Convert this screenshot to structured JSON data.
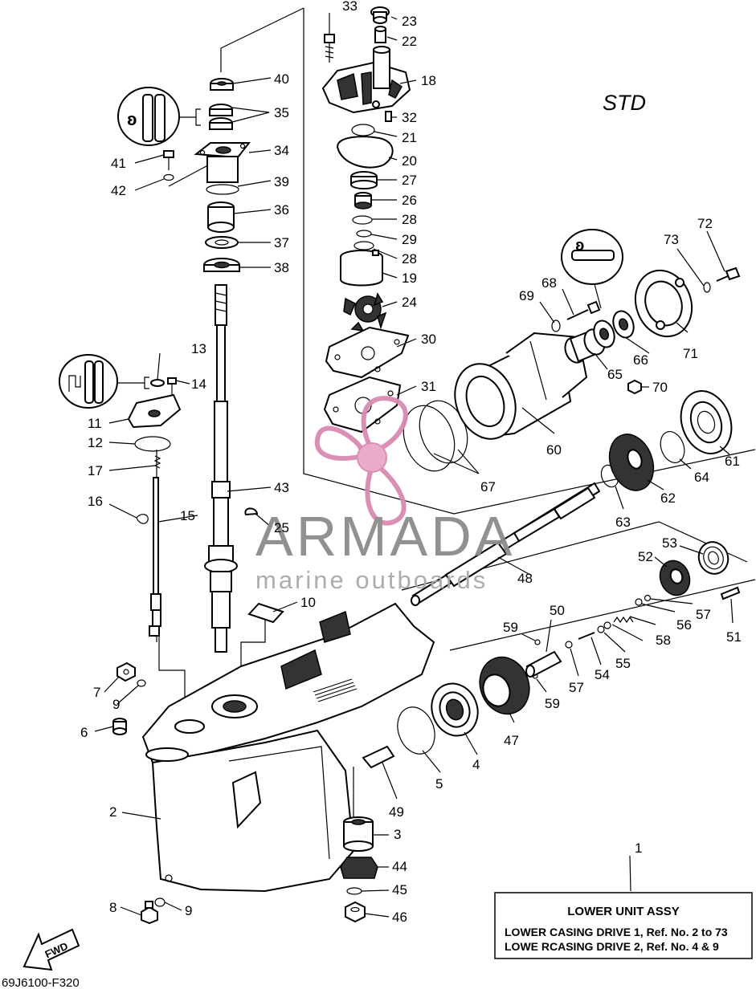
{
  "diagram": {
    "variant_label": "STD",
    "drawing_code": "69J6100-F320",
    "fwd_label": "FWD",
    "watermark": {
      "brand": "ARMADA",
      "tagline": "marine outboards",
      "colors": {
        "prop": "#e8a9c8",
        "text": "#8c8c8c"
      }
    },
    "legend_box": {
      "title": "LOWER UNIT ASSY",
      "line1": "LOWER CASING DRIVE 1, Ref. No. 2 to 73",
      "line2": "LOWE RCASING DRIVE 2, Ref. No. 4 & 9"
    },
    "callouts": [
      {
        "id": "c1",
        "label": "1"
      },
      {
        "id": "c2",
        "label": "2"
      },
      {
        "id": "c3",
        "label": "3"
      },
      {
        "id": "c4",
        "label": "4"
      },
      {
        "id": "c5",
        "label": "5"
      },
      {
        "id": "c6",
        "label": "6"
      },
      {
        "id": "c7",
        "label": "7"
      },
      {
        "id": "c8",
        "label": "8"
      },
      {
        "id": "c9a",
        "label": "9"
      },
      {
        "id": "c9b",
        "label": "9"
      },
      {
        "id": "c10",
        "label": "10"
      },
      {
        "id": "c11",
        "label": "11"
      },
      {
        "id": "c12",
        "label": "12"
      },
      {
        "id": "c13",
        "label": "13"
      },
      {
        "id": "c14",
        "label": "14"
      },
      {
        "id": "c15",
        "label": "15"
      },
      {
        "id": "c16",
        "label": "16"
      },
      {
        "id": "c17",
        "label": "17"
      },
      {
        "id": "c18",
        "label": "18"
      },
      {
        "id": "c19",
        "label": "19"
      },
      {
        "id": "c20",
        "label": "20"
      },
      {
        "id": "c21",
        "label": "21"
      },
      {
        "id": "c22",
        "label": "22"
      },
      {
        "id": "c23",
        "label": "23"
      },
      {
        "id": "c24",
        "label": "24"
      },
      {
        "id": "c25",
        "label": "25"
      },
      {
        "id": "c26",
        "label": "26"
      },
      {
        "id": "c27",
        "label": "27"
      },
      {
        "id": "c28a",
        "label": "28"
      },
      {
        "id": "c28b",
        "label": "28"
      },
      {
        "id": "c29",
        "label": "29"
      },
      {
        "id": "c30",
        "label": "30"
      },
      {
        "id": "c31",
        "label": "31"
      },
      {
        "id": "c32",
        "label": "32"
      },
      {
        "id": "c33",
        "label": "33"
      },
      {
        "id": "c34",
        "label": "34"
      },
      {
        "id": "c35",
        "label": "35"
      },
      {
        "id": "c36",
        "label": "36"
      },
      {
        "id": "c37",
        "label": "37"
      },
      {
        "id": "c38",
        "label": "38"
      },
      {
        "id": "c39",
        "label": "39"
      },
      {
        "id": "c40",
        "label": "40"
      },
      {
        "id": "c41",
        "label": "41"
      },
      {
        "id": "c42",
        "label": "42"
      },
      {
        "id": "c43",
        "label": "43"
      },
      {
        "id": "c44",
        "label": "44"
      },
      {
        "id": "c45",
        "label": "45"
      },
      {
        "id": "c46",
        "label": "46"
      },
      {
        "id": "c47",
        "label": "47"
      },
      {
        "id": "c48",
        "label": "48"
      },
      {
        "id": "c49",
        "label": "49"
      },
      {
        "id": "c50",
        "label": "50"
      },
      {
        "id": "c51",
        "label": "51"
      },
      {
        "id": "c52",
        "label": "52"
      },
      {
        "id": "c53",
        "label": "53"
      },
      {
        "id": "c54",
        "label": "54"
      },
      {
        "id": "c55",
        "label": "55"
      },
      {
        "id": "c56",
        "label": "56"
      },
      {
        "id": "c57a",
        "label": "57"
      },
      {
        "id": "c57b",
        "label": "57"
      },
      {
        "id": "c58",
        "label": "58"
      },
      {
        "id": "c59a",
        "label": "59"
      },
      {
        "id": "c59b",
        "label": "59"
      },
      {
        "id": "c60",
        "label": "60"
      },
      {
        "id": "c61",
        "label": "61"
      },
      {
        "id": "c62",
        "label": "62"
      },
      {
        "id": "c63",
        "label": "63"
      },
      {
        "id": "c64",
        "label": "64"
      },
      {
        "id": "c65",
        "label": "65"
      },
      {
        "id": "c66",
        "label": "66"
      },
      {
        "id": "c67",
        "label": "67"
      },
      {
        "id": "c68",
        "label": "68"
      },
      {
        "id": "c69",
        "label": "69"
      },
      {
        "id": "c70",
        "label": "70"
      },
      {
        "id": "c71",
        "label": "71"
      },
      {
        "id": "c72",
        "label": "72"
      },
      {
        "id": "c73",
        "label": "73"
      }
    ]
  }
}
